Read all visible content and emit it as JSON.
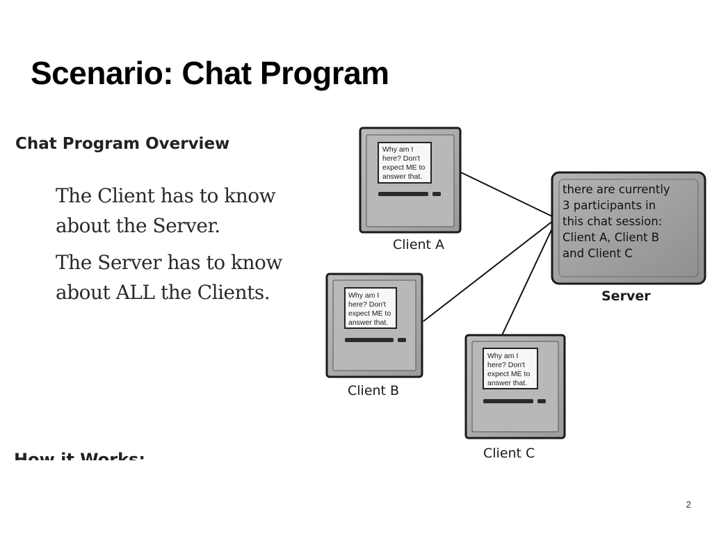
{
  "slide": {
    "title": "Scenario: Chat Program",
    "page_number": "2"
  },
  "figure": {
    "overview_heading": "Chat Program Overview",
    "notes": [
      "The Client has to know about the Server.",
      "The Server has to know about ALL the Clients."
    ],
    "how_heading": "How it Works:",
    "clients": [
      {
        "label": "Client A",
        "screen_lines": [
          "Why am I",
          "here?  Don't",
          "expect ME to",
          "answer that."
        ]
      },
      {
        "label": "Client B",
        "screen_lines": [
          "Why am I",
          "here?  Don't",
          "expect ME to",
          "answer that."
        ]
      },
      {
        "label": "Client C",
        "screen_lines": [
          "Why am I",
          "here?  Don't",
          "expect ME to",
          "answer that."
        ]
      }
    ],
    "server": {
      "label": "Server",
      "message_lines": [
        "there are currently",
        "3 participants in",
        "this chat session:",
        "Client A, Client B",
        "and Client C"
      ]
    }
  }
}
